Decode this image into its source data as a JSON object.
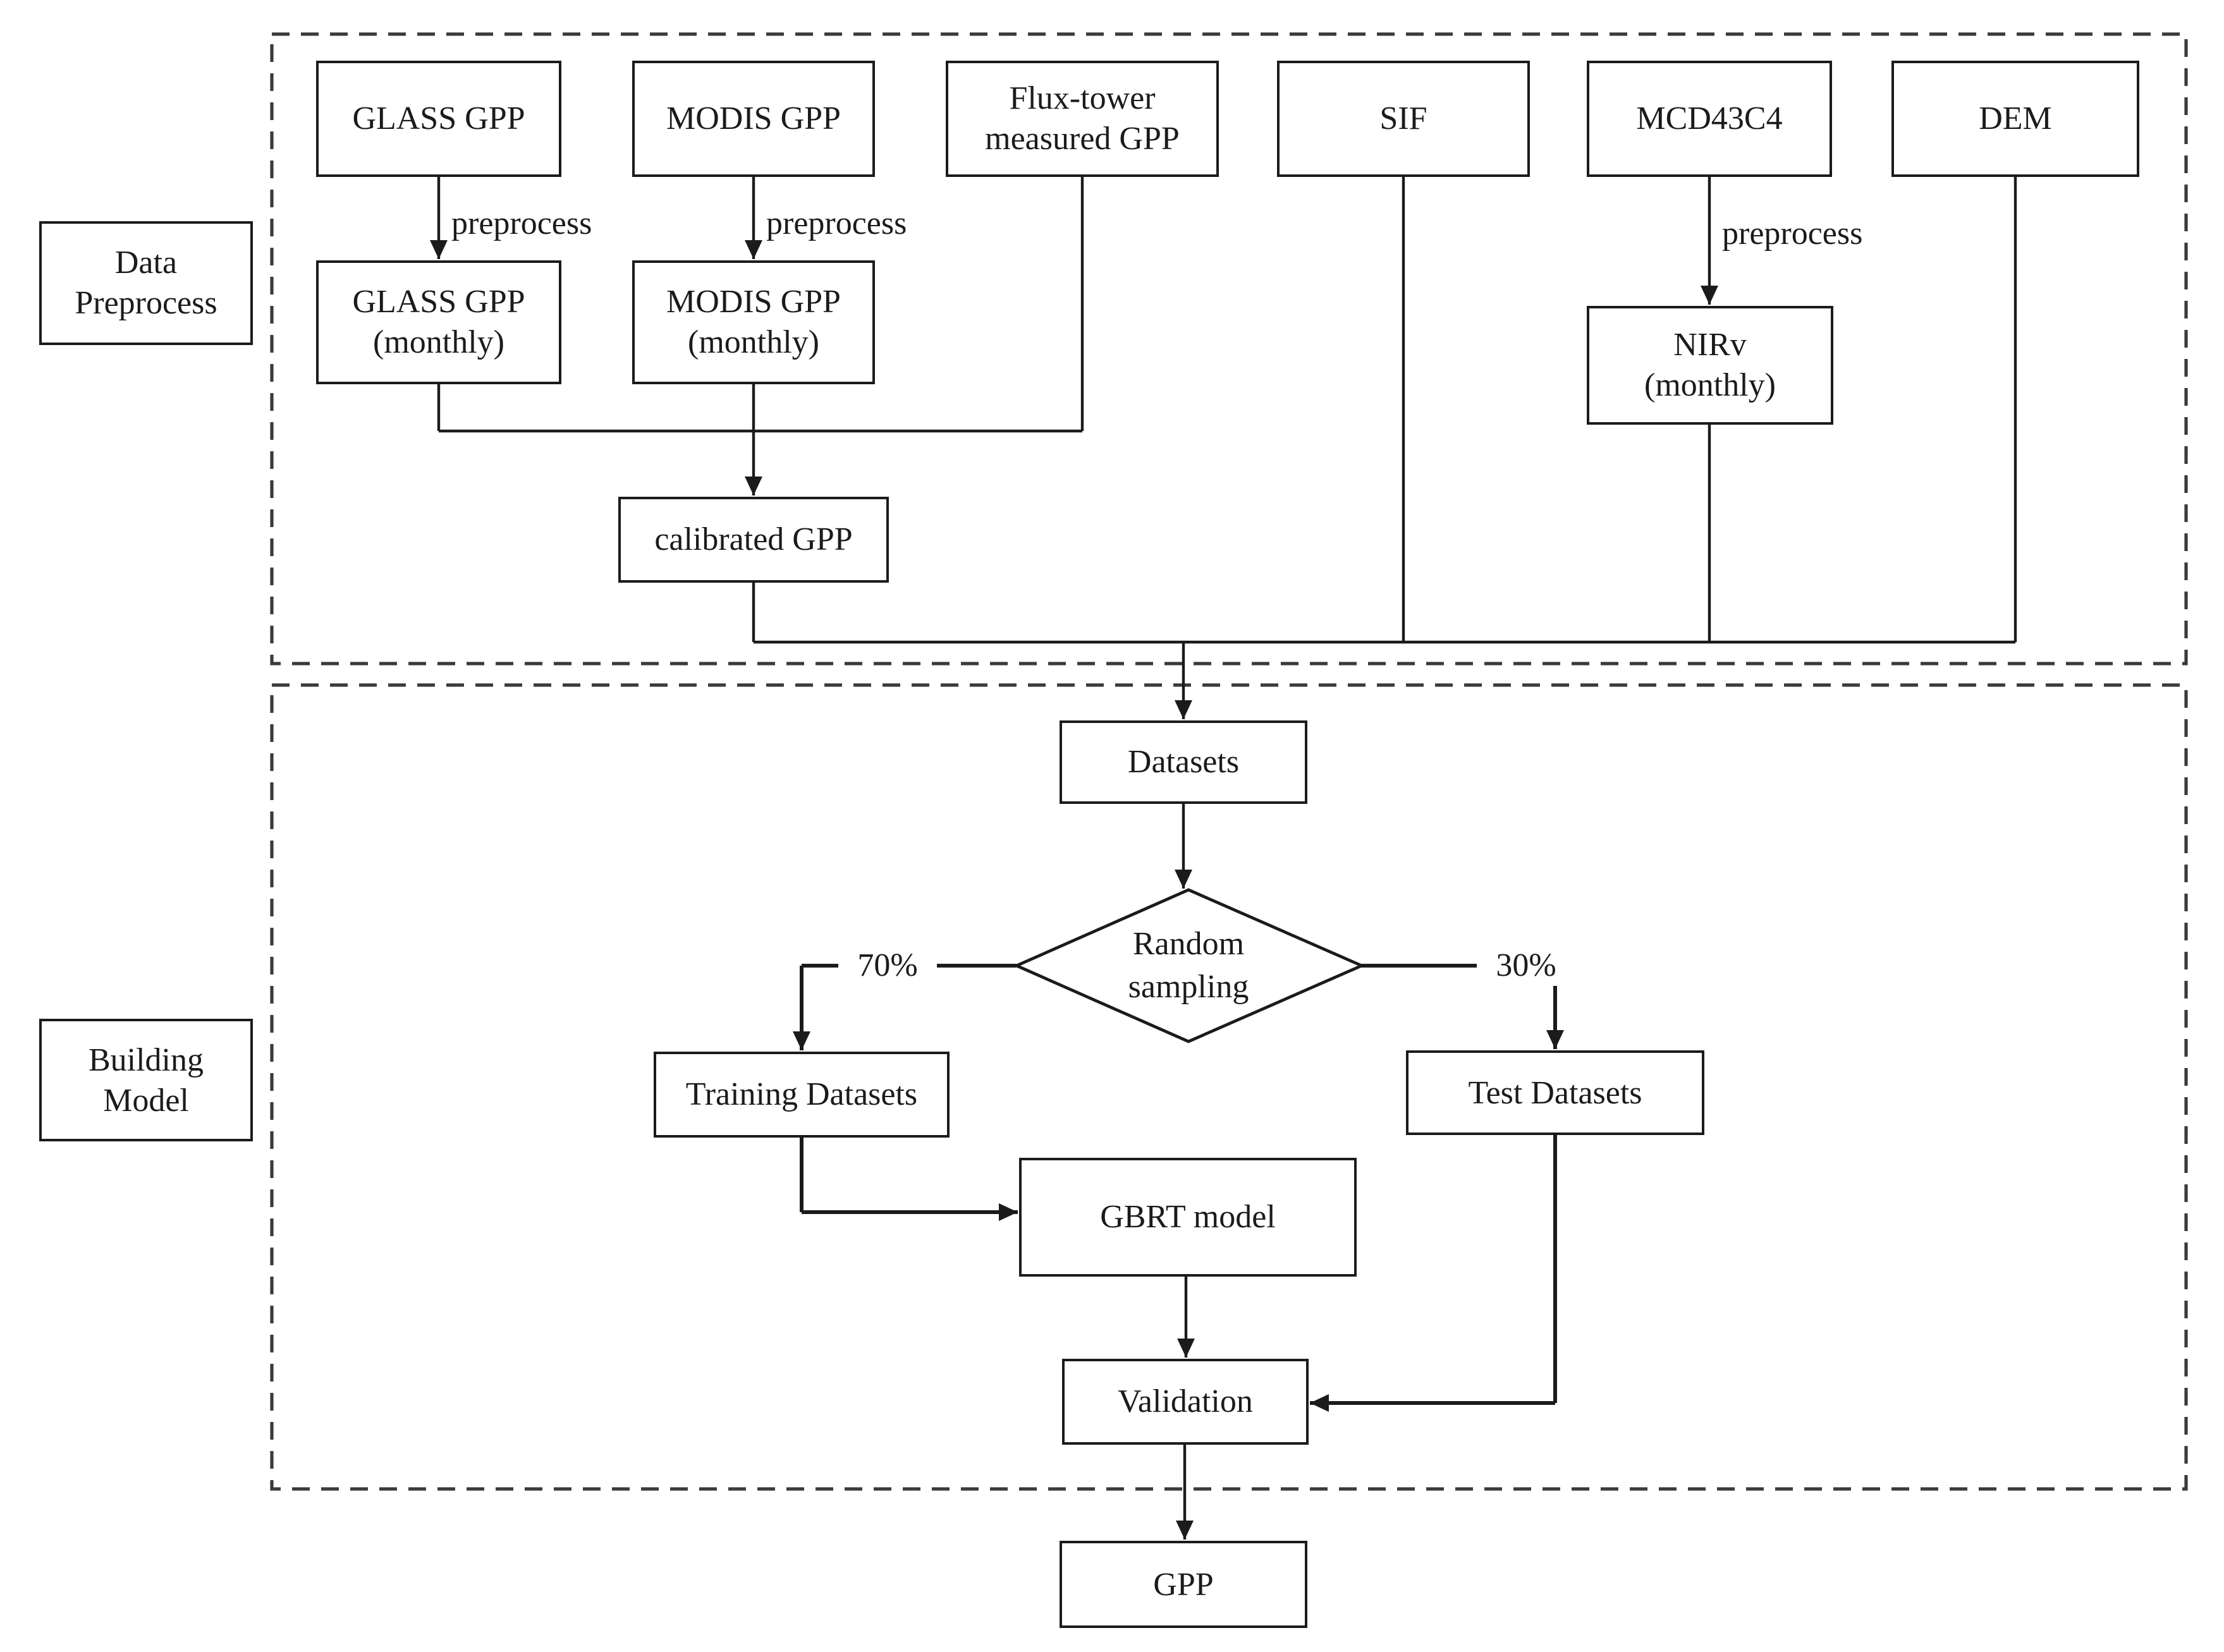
{
  "figure": {
    "type": "flowchart",
    "description": "GPP model building flowchart with two dashed stages"
  },
  "colors": {
    "ink": "#1b1b1b",
    "background": "#ffffff",
    "dashed_border": "#3a3a3a"
  },
  "sections": {
    "data_preprocess": "Data\nPreprocess",
    "building_model": "Building\nModel"
  },
  "nodes": {
    "glass_gpp": "GLASS GPP",
    "modis_gpp": "MODIS GPP",
    "flux_tower": "Flux-tower\nmeasured GPP",
    "sif": "SIF",
    "mcd43c4": "MCD43C4",
    "dem": "DEM",
    "glass_gpp_monthly": "GLASS GPP\n(monthly)",
    "modis_gpp_monthly": "MODIS GPP\n(monthly)",
    "nirv_monthly": "NIRv\n(monthly)",
    "calibrated_gpp": "calibrated GPP",
    "datasets": "Datasets",
    "random_sampling": "Random\nsampling",
    "training_datasets": "Training Datasets",
    "test_datasets": "Test Datasets",
    "gbrt_model": "GBRT model",
    "validation": "Validation",
    "gpp": "GPP"
  },
  "edge_labels": {
    "preprocess_glass": "preprocess",
    "preprocess_modis": "preprocess",
    "preprocess_mcd43c4": "preprocess",
    "split_train": "70%",
    "split_test": "30%"
  }
}
